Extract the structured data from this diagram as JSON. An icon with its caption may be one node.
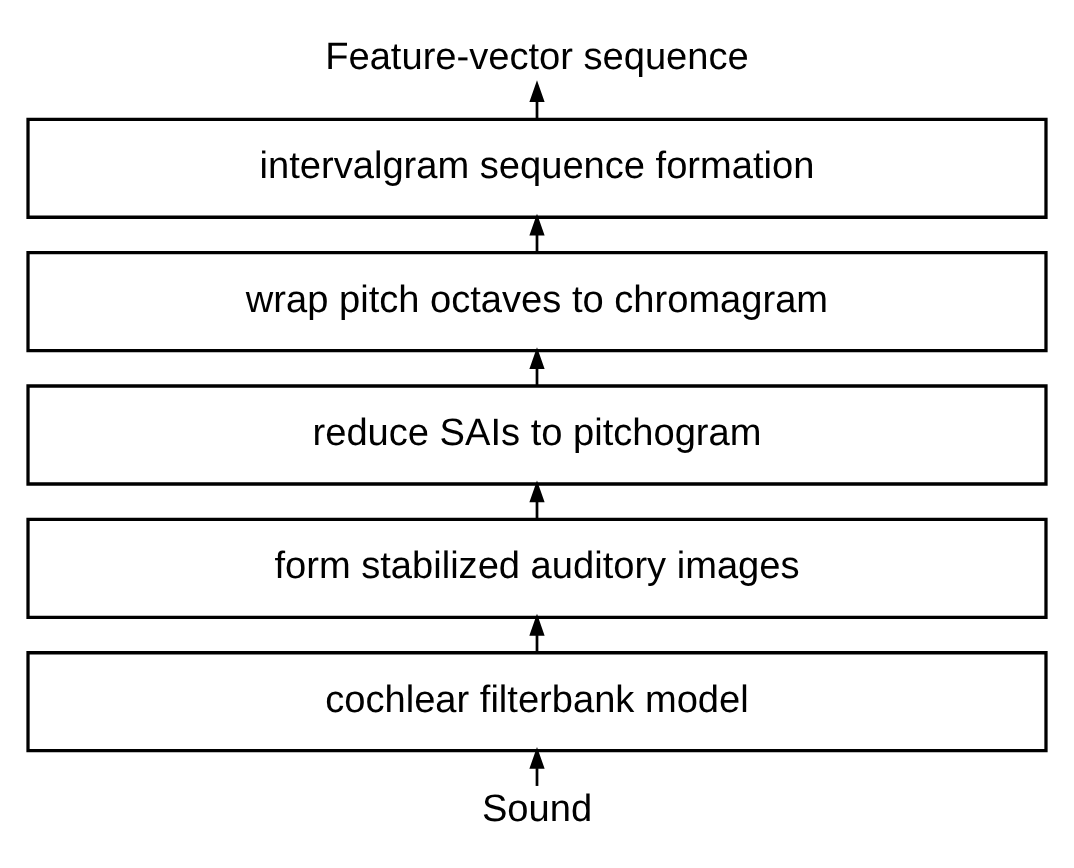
{
  "diagram": {
    "nodes": [
      {
        "text": [
          "Feature-vector sequence"
        ]
      },
      {
        "text": [
          "intervalgram sequence formation"
        ]
      },
      {
        "text": [
          "wrap pitch octaves to chromagram"
        ]
      },
      {
        "text": [
          "reduce SAIs to pitchogram"
        ]
      },
      {
        "text": [
          "form stabilized auditory images"
        ]
      },
      {
        "text": [
          "cochlear filterbank model"
        ]
      },
      {
        "text": [
          "Sound"
        ]
      }
    ],
    "edges": [
      {
        "from": 6,
        "to": 5,
        "arrow": "to"
      },
      {
        "from": 5,
        "to": 4,
        "arrow": "to"
      },
      {
        "from": 4,
        "to": 3,
        "arrow": "to"
      },
      {
        "from": 3,
        "to": 2,
        "arrow": "to"
      },
      {
        "from": 2,
        "to": 1,
        "arrow": "to"
      },
      {
        "from": 1,
        "to": 0,
        "arrow": "to"
      }
    ]
  }
}
